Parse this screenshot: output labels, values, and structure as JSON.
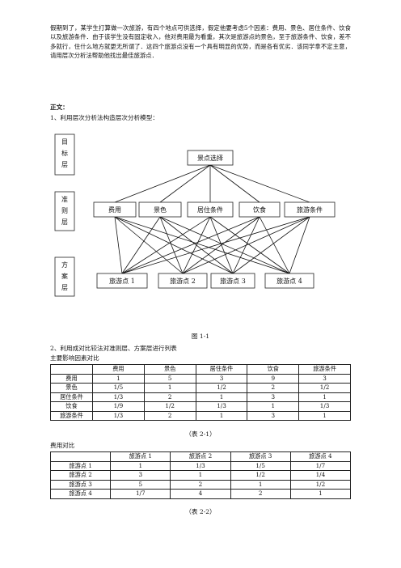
{
  "intro": "假期到了，某学生打算做一次旅游，有四个地点可供选择，假定他要考虑5个因素：费用、景色、居住条件、饮食以及旅游条件．由于该学生没有固定收入，他对费用最为看重，其次是旅游点的景色，至于旅游条件、饮食，差不多就行，住什么地方就更无所谓了．这四个旅游点没有一个具有明显的优势，而是各有优劣．该同学拿不定主意，请用层次分析法帮助他找出最佳旅游点．",
  "body_title": "正文：",
  "step1": "1、利用层次分析法构造层次分析模型：",
  "diagram": {
    "layer_labels": {
      "goal": "目标层",
      "criteria": "准则层",
      "scheme": "方案层"
    },
    "goal": "景点选择",
    "criteria": [
      "费用",
      "景色",
      "居住条件",
      "饮食",
      "旅游条件"
    ],
    "alternatives": [
      "旅游点 1",
      "旅游点 2",
      "旅游点 3",
      "旅游点 4"
    ]
  },
  "figure_caption": "图 1-1",
  "step2": "2、利用成对比较法对准则层、方案层进行列表",
  "table1": {
    "title": "主要影响因素对比",
    "headers": [
      "",
      "费用",
      "景色",
      "居住条件",
      "饮食",
      "旅游条件"
    ],
    "rows": [
      [
        "费用",
        "1",
        "5",
        "3",
        "9",
        "3"
      ],
      [
        "景色",
        "1/5",
        "1",
        "1/2",
        "2",
        "1/2"
      ],
      [
        "居住条件",
        "1/3",
        "2",
        "1",
        "3",
        "1"
      ],
      [
        "饮食",
        "1/9",
        "1/2",
        "1/3",
        "1",
        "1/3"
      ],
      [
        "旅游条件",
        "1/3",
        "2",
        "1",
        "3",
        "1"
      ]
    ],
    "caption": "（表 2-1）"
  },
  "table2": {
    "title": "费用对比",
    "headers": [
      "",
      "旅游点 1",
      "旅游点 2",
      "旅游点 3",
      "旅游点 4"
    ],
    "rows": [
      [
        "旅游点 1",
        "1",
        "1/3",
        "1/5",
        "1/7"
      ],
      [
        "旅游点 2",
        "3",
        "1",
        "1/2",
        "1/4"
      ],
      [
        "旅游点 3",
        "5",
        "2",
        "1",
        "1/2"
      ],
      [
        "旅游点 4",
        "1/7",
        "4",
        "2",
        "1"
      ]
    ],
    "caption": "（表 2-2）"
  }
}
